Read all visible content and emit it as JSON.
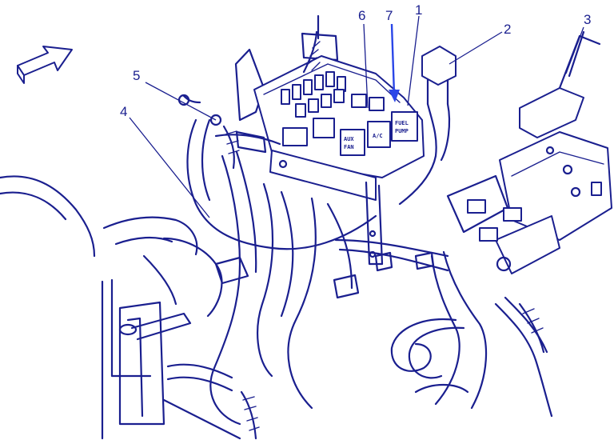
{
  "colors": {
    "ink": "#1a1f8f",
    "highlight_arrow": "#2a46e8",
    "background": "#ffffff"
  },
  "callouts": [
    {
      "id": "1",
      "label": "1"
    },
    {
      "id": "2",
      "label": "2"
    },
    {
      "id": "3",
      "label": "3"
    },
    {
      "id": "4",
      "label": "4"
    },
    {
      "id": "5",
      "label": "5"
    },
    {
      "id": "6",
      "label": "6"
    },
    {
      "id": "7",
      "label": "7"
    }
  ],
  "relay_labels": {
    "aux_fan_1": "AUX",
    "aux_fan_2": "FAN",
    "ac": "A/C",
    "fuel_pump_1": "FUEL",
    "fuel_pump_2": "PUMP"
  },
  "icons": {
    "direction_arrow": "forward-arrow-icon"
  }
}
